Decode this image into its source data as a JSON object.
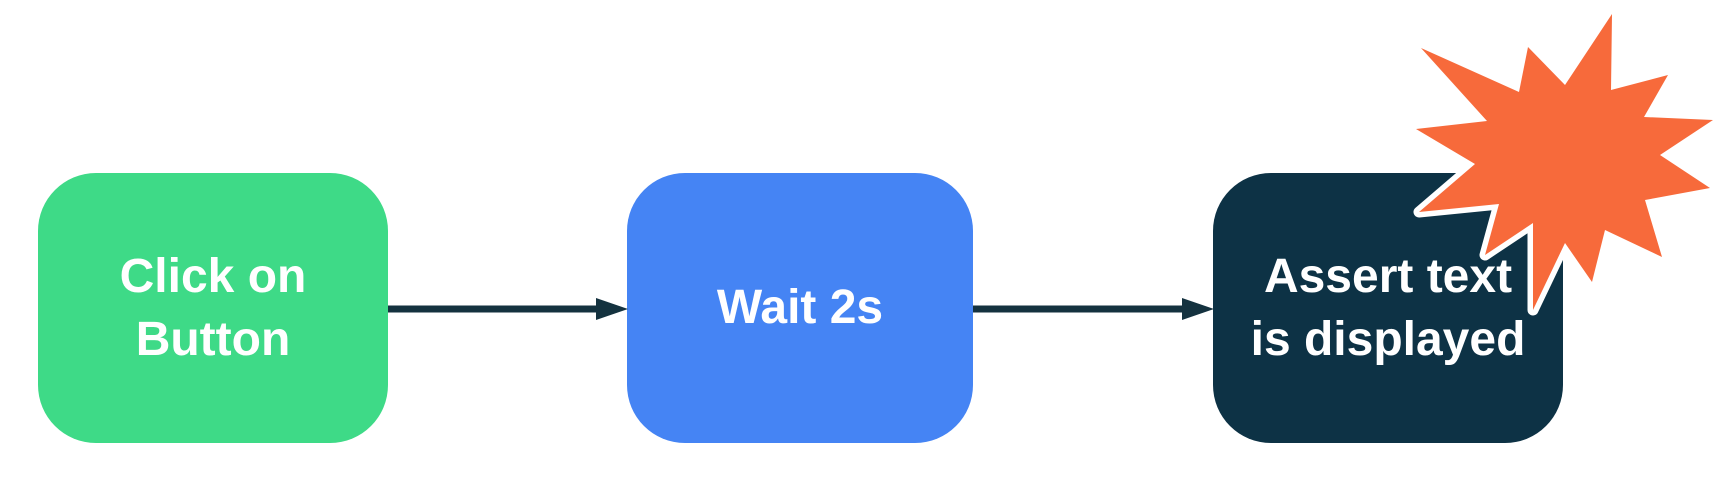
{
  "diagram": {
    "nodes": [
      {
        "id": "click-on-button",
        "line1": "Click on",
        "line2": "Button",
        "color": "#3EDA87",
        "text_color": "#FFFFFF"
      },
      {
        "id": "wait-2s",
        "line1": "Wait 2s",
        "line2": "",
        "color": "#4584F4",
        "text_color": "#FFFFFF"
      },
      {
        "id": "assert-text-is-displayed",
        "line1": "Assert text",
        "line2": "is displayed",
        "color": "#0D3245",
        "text_color": "#FFFFFF"
      }
    ],
    "connectors": [
      {
        "from": "click-on-button",
        "to": "wait-2s"
      },
      {
        "from": "wait-2s",
        "to": "assert-text-is-displayed"
      }
    ],
    "icons": [
      {
        "name": "explosion-burst-icon",
        "color": "#F76A3B",
        "outline_color": "#FFFFFF"
      }
    ],
    "connector_color": "#14323F",
    "background_color": "#FFFFFF"
  }
}
